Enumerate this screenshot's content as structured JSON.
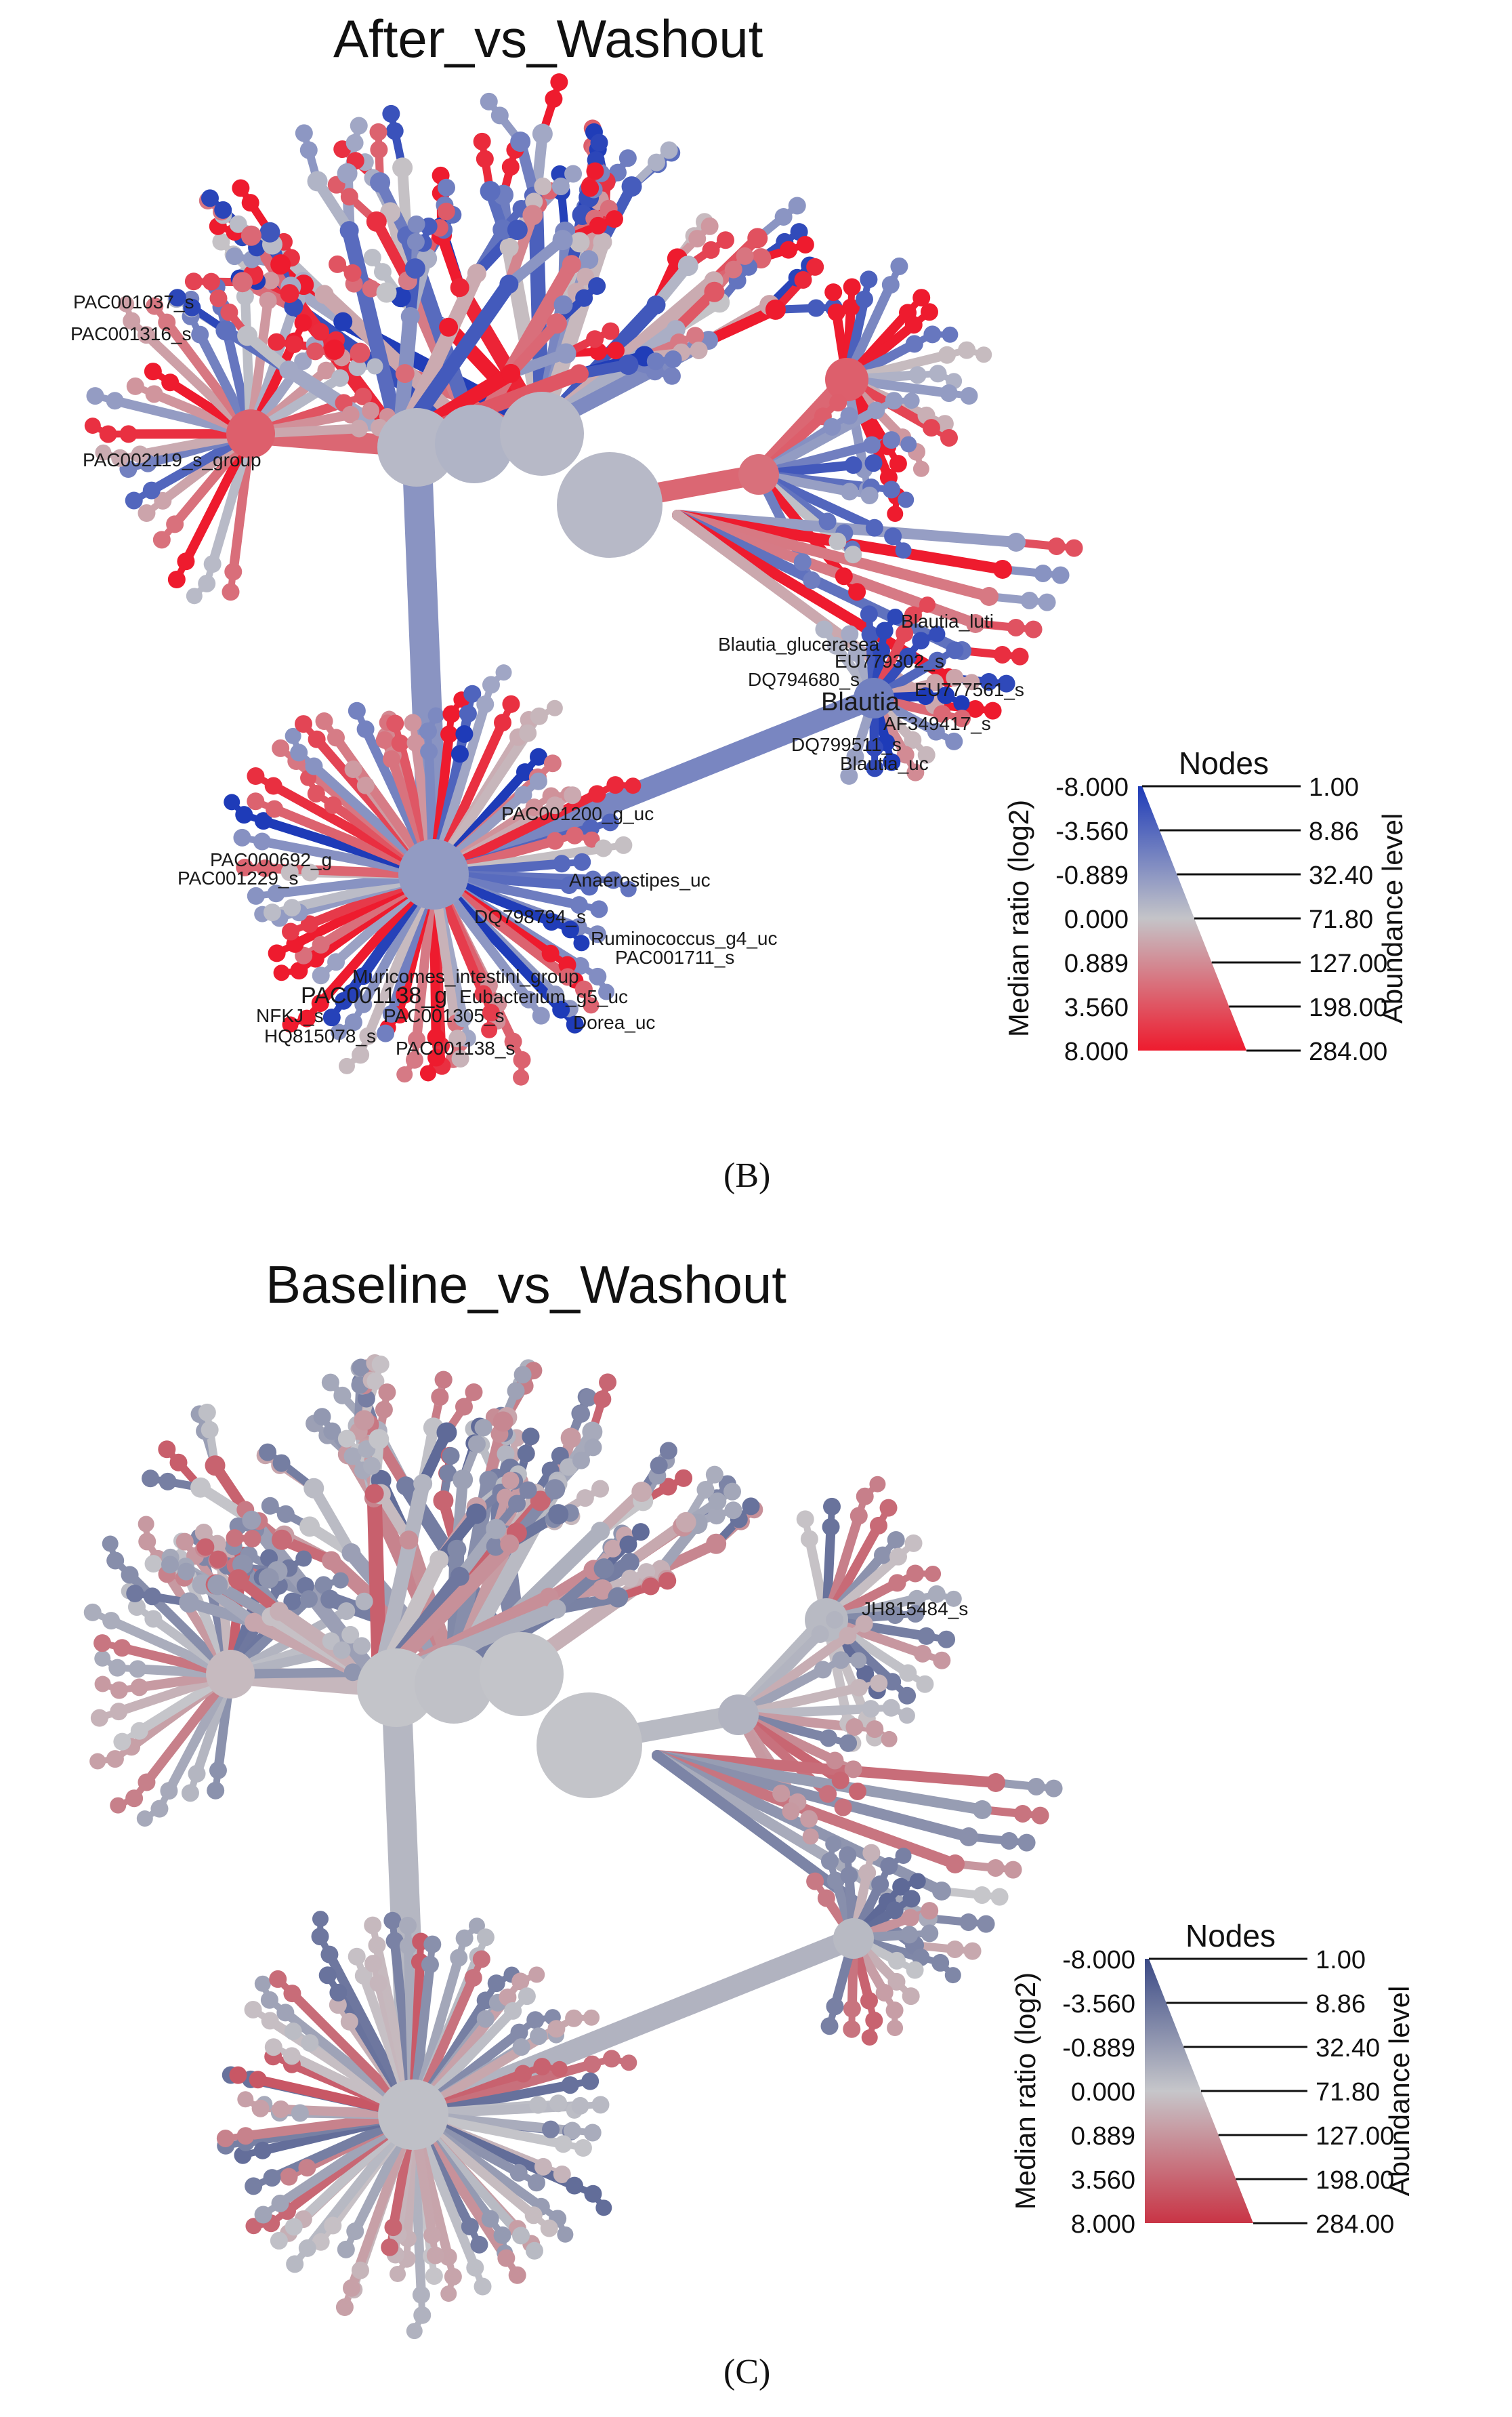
{
  "panels": [
    {
      "id": "B",
      "title": "After_vs_Washout",
      "caption": "(B)",
      "palette": "vivid",
      "labels": [
        "PAC001037_s",
        "PAC001316_s",
        "PAC002119_s_group",
        "Blautia_luti",
        "Blautia_glucerasea",
        "EU779302_s",
        "DQ794680_s",
        "Blautia",
        "EU777561_s",
        "AF349417_s",
        "DQ799511_s",
        "Blautia_uc",
        "PAC001200_g_uc",
        "PAC000692_g",
        "PAC001229_s",
        "Anaerostipes_uc",
        "DQ798794_s",
        "Ruminococcus_g4_uc",
        "PAC001711_s",
        "Muricomes_intestini_group",
        "PAC001138_g",
        "Eubacterium_g5_uc",
        "NFKJ_s",
        "PAC001305_s",
        "Dorea_uc",
        "HQ815078_s",
        "PAC001138_s"
      ],
      "legend": {
        "nodes_title": "Nodes",
        "ratio_axis_label": "Median ratio (log2)",
        "abundance_axis_label": "Abundance level",
        "ratio_ticks": [
          "-8.000",
          "-3.560",
          "-0.889",
          "0.000",
          "0.889",
          "3.560",
          "8.000"
        ],
        "abundance_ticks": [
          "1.00",
          "8.86",
          "32.40",
          "71.80",
          "127.00",
          "198.00",
          "284.00"
        ],
        "color_low": "#1e3bb8",
        "color_mid": "#c4c4c8",
        "color_high": "#ee1b2e"
      }
    },
    {
      "id": "C",
      "title": "Baseline_vs_Washout",
      "caption": "(C)",
      "palette": "muted",
      "labels": [
        "JH815484_s"
      ],
      "legend": {
        "nodes_title": "Nodes",
        "ratio_axis_label": "Median ratio (log2)",
        "abundance_axis_label": "Abundance level",
        "ratio_ticks": [
          "-8.000",
          "-3.560",
          "-0.889",
          "0.000",
          "0.889",
          "3.560",
          "8.000"
        ],
        "abundance_ticks": [
          "1.00",
          "8.86",
          "32.40",
          "71.80",
          "127.00",
          "198.00",
          "284.00"
        ],
        "color_low": "#3b4a86",
        "color_mid": "#c6c6ca",
        "color_high": "#c93445"
      }
    }
  ]
}
